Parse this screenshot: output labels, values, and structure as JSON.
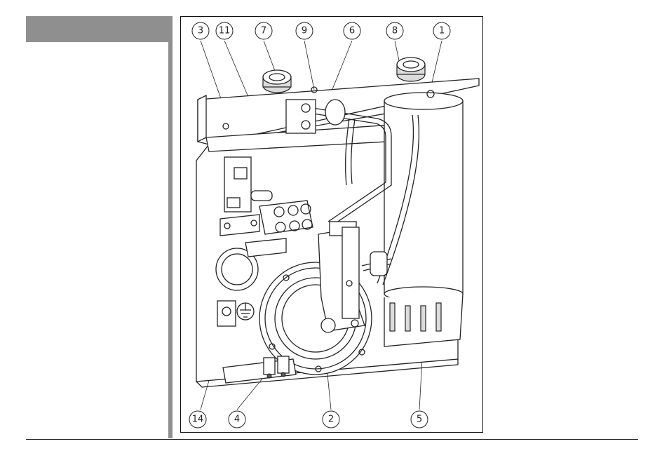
{
  "callouts": {
    "top": [
      "3",
      "11",
      "7",
      "9",
      "6",
      "8",
      "1"
    ],
    "bottom": [
      "14",
      "4",
      "2",
      "5"
    ]
  }
}
